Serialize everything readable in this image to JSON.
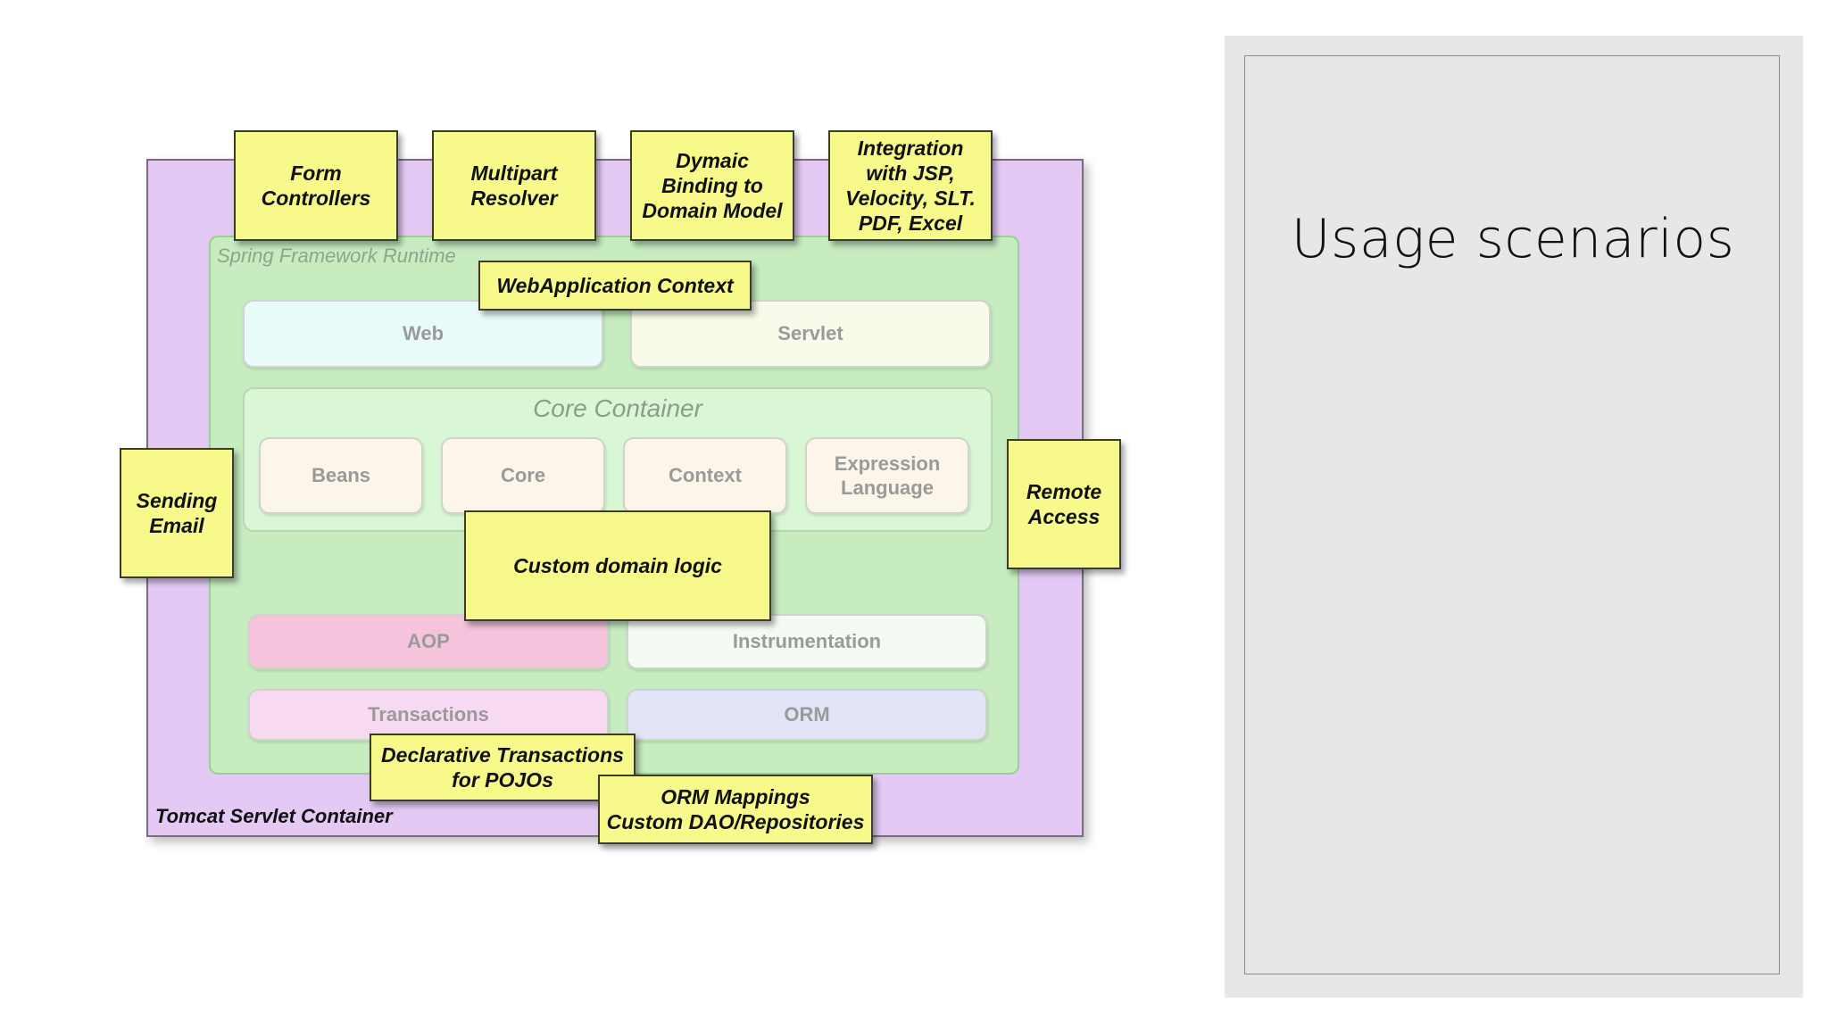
{
  "slide": {
    "title": "Usage scenarios"
  },
  "diagram": {
    "container_label": "Tomcat Servlet Container",
    "runtime_label": "Spring Framework Runtime",
    "core_container_label": "Core Container",
    "modules": {
      "web": "Web",
      "servlet": "Servlet",
      "beans": "Beans",
      "core": "Core",
      "context": "Context",
      "expression_language": "Expression\nLanguage",
      "aop": "AOP",
      "instrumentation": "Instrumentation",
      "transactions": "Transactions",
      "orm": "ORM"
    },
    "notes": {
      "form_controllers": "Form\nControllers",
      "multipart_resolver": "Multipart\nResolver",
      "dymaic_binding": "Dymaic\nBinding to\nDomain Model",
      "integration": "Integration\nwith JSP,\nVelocity, SLT.\nPDF, Excel",
      "webapplication_context": "WebApplication Context",
      "sending_email": "Sending\nEmail",
      "remote_access": "Remote\nAccess",
      "custom_domain_logic": "Custom domain logic",
      "declarative_transactions": "Declarative Transactions\nfor POJOs",
      "orm_mappings": "ORM Mappings\nCustom DAO/Repositories"
    },
    "colors": {
      "tomcat_bg": "#e3c9f4",
      "spring_bg": "#c6ecc0",
      "note_bg": "#f7f98a",
      "web_bg": "#e9fbf9",
      "servlet_bg": "#f8fbe9",
      "core_module_bg": "#fbf5ea",
      "aop_bg": "#f6c3dc",
      "instrumentation_bg": "#f4fbf3",
      "transactions_bg": "#f8d9f2",
      "orm_bg": "#e2e4f7"
    }
  }
}
